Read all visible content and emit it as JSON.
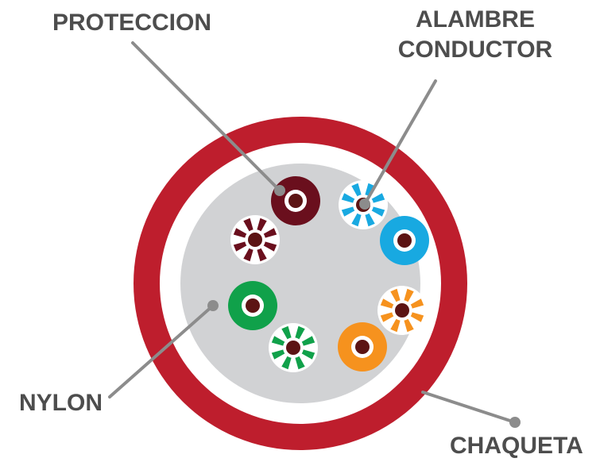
{
  "labels": {
    "proteccion": "PROTECCION",
    "alambre_line1": "ALAMBRE",
    "alambre_line2": "CONDUCTOR",
    "nylon": "NYLON",
    "chaqueta": "CHAQUETA"
  },
  "colors": {
    "jacket": "#be1e2d",
    "nylon": "#ffffff",
    "core": "#d1d2d4",
    "copper": "#5c1414",
    "label_text": "#4d4d4d",
    "leader_line": "#8c8c8c",
    "pair_brown": "#6a0f1d",
    "pair_blue": "#18a9e1",
    "pair_orange": "#f6921e",
    "pair_green": "#10a14a"
  },
  "wires": [
    {
      "name": "wire-brown-solid",
      "color": "pair_brown",
      "style": "solid"
    },
    {
      "name": "wire-brown-striped",
      "color": "pair_brown",
      "style": "striped"
    },
    {
      "name": "wire-blue-striped",
      "color": "pair_blue",
      "style": "striped"
    },
    {
      "name": "wire-blue-solid",
      "color": "pair_blue",
      "style": "solid"
    },
    {
      "name": "wire-orange-striped",
      "color": "pair_orange",
      "style": "striped"
    },
    {
      "name": "wire-orange-solid",
      "color": "pair_orange",
      "style": "solid"
    },
    {
      "name": "wire-green-solid",
      "color": "pair_green",
      "style": "solid"
    },
    {
      "name": "wire-green-striped",
      "color": "pair_green",
      "style": "striped"
    }
  ]
}
